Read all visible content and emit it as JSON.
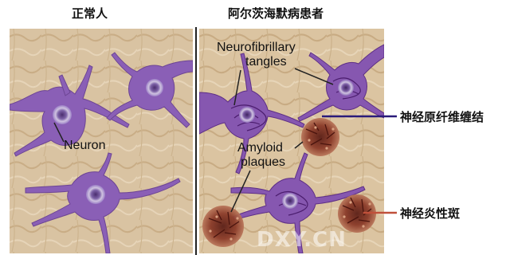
{
  "titles": {
    "normal": "正常人",
    "alzheimer": "阿尔茨海默病患者"
  },
  "labels": {
    "neuron": "Neuron",
    "tangles_line1": "Neurofibrillary",
    "tangles_line2": "tangles",
    "amyloid_line1": "Amyloid",
    "amyloid_line2": "plaques"
  },
  "side_labels": {
    "tangles": "神经原纤维缠结",
    "plaques": "神经炎性斑"
  },
  "watermark": "DXY.CN",
  "colors": {
    "tissue": "#d9c3a2",
    "neuron": "#8a5fb6",
    "tangle": "#6b2f8e",
    "plaque": "#7a2e22",
    "tangle_line": "#2a1b7a",
    "plaque_line": "#c0503a"
  }
}
